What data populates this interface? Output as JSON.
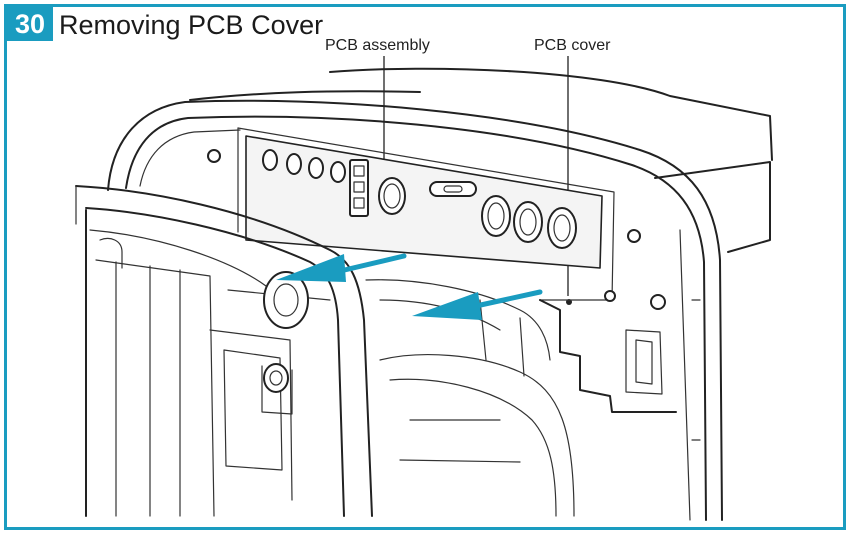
{
  "step": {
    "number": "30",
    "title": "Removing PCB Cover"
  },
  "callouts": {
    "pcb_assembly": "PCB assembly",
    "pcb_cover": "PCB cover"
  },
  "colors": {
    "accent": "#1a9cc0",
    "arrow": "#1a9cc0",
    "line": "#222222"
  },
  "icons": [
    "arrow-left-icon",
    "arrow-left-icon"
  ]
}
